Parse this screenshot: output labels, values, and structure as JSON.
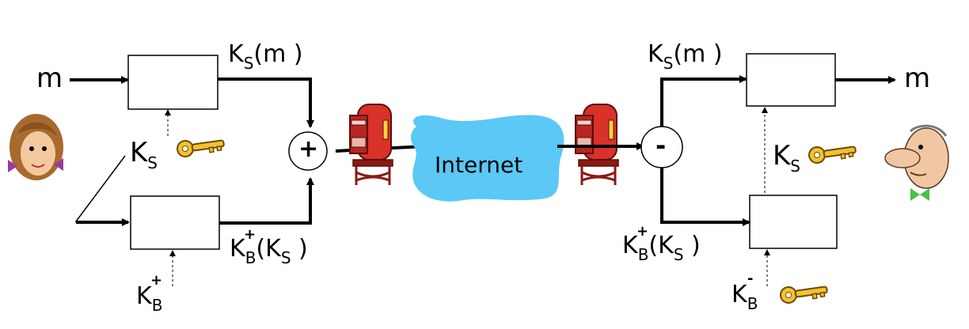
{
  "labels": {
    "m_in": "m",
    "m_out": "m",
    "ks_m_sender": "K",
    "ks_m_sender_sub": "S",
    "ks_m_sender_rest": "(m )",
    "ks_m_receiver": "K",
    "ks_m_receiver_sub": "S",
    "ks_m_receiver_rest": "(m )",
    "ks_sender": "K",
    "ks_sender_sub": "S",
    "ks_receiver": "K",
    "ks_receiver_sub": "S",
    "kb_plus_ks_sender": "K",
    "kb_plus_ks_sender_sup": "+",
    "kb_plus_ks_sender_sub": "B",
    "kb_plus_ks_sender_rest": "(K",
    "kb_plus_ks_sender_rest_sub": "S",
    "kb_plus_ks_sender_close": " )",
    "kb_plus_ks_receiver": "K",
    "kb_plus_ks_receiver_sup": "+",
    "kb_plus_ks_receiver_sub": "B",
    "kb_plus_ks_receiver_rest": "(K",
    "kb_plus_ks_receiver_rest_sub": "S",
    "kb_plus_ks_receiver_close": " )",
    "kb_plus": "K",
    "kb_plus_sup": "+",
    "kb_plus_sub": "B",
    "kb_minus": "K",
    "kb_minus_sup": "-",
    "kb_minus_sub": "B",
    "plus_op": "+",
    "minus_op": "-",
    "internet": "Internet"
  },
  "icons": {
    "key": "key-icon",
    "mailbox": "mailbox-icon",
    "alice": "alice-avatar",
    "bob": "bob-avatar",
    "cloud": "internet-cloud"
  },
  "colors": {
    "cloud": "#5bc8f5",
    "key": "#f2c230",
    "mailbox": "#d8322a"
  }
}
